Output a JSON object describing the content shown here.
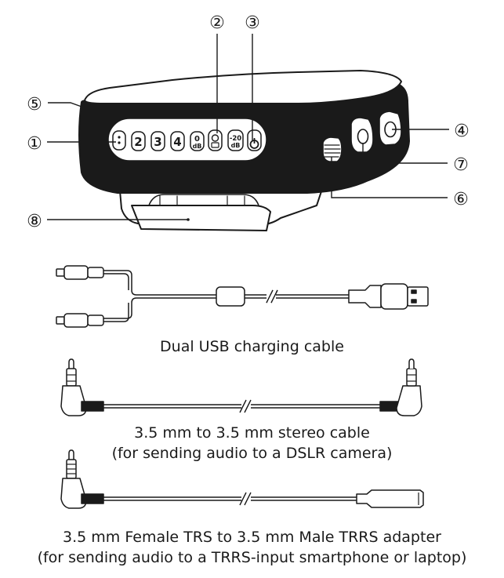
{
  "callouts": {
    "c1": "①",
    "c2": "②",
    "c3": "③",
    "c4": "④",
    "c5": "⑤",
    "c6": "⑥",
    "c7": "⑦",
    "c8": "⑧"
  },
  "device_buttons": {
    "b2": "2",
    "b3": "3",
    "b4": "4",
    "b0db_top": "0",
    "b0db_bottom": "dB",
    "b20db_top": "-20",
    "b20db_bottom": "dB"
  },
  "cables": {
    "usb_caption": "Dual USB charging cable",
    "stereo_caption_line1": "3.5 mm to 3.5 mm stereo cable",
    "stereo_caption_line2": "(for sending audio to a DSLR camera)",
    "adapter_caption_line1": "3.5 mm Female TRS to 3.5 mm Male TRRS adapter",
    "adapter_caption_line2": "(for sending audio to a TRRS-input smartphone or laptop)"
  },
  "colors": {
    "ink": "#1a1a1a",
    "panel": "#ffffff"
  }
}
